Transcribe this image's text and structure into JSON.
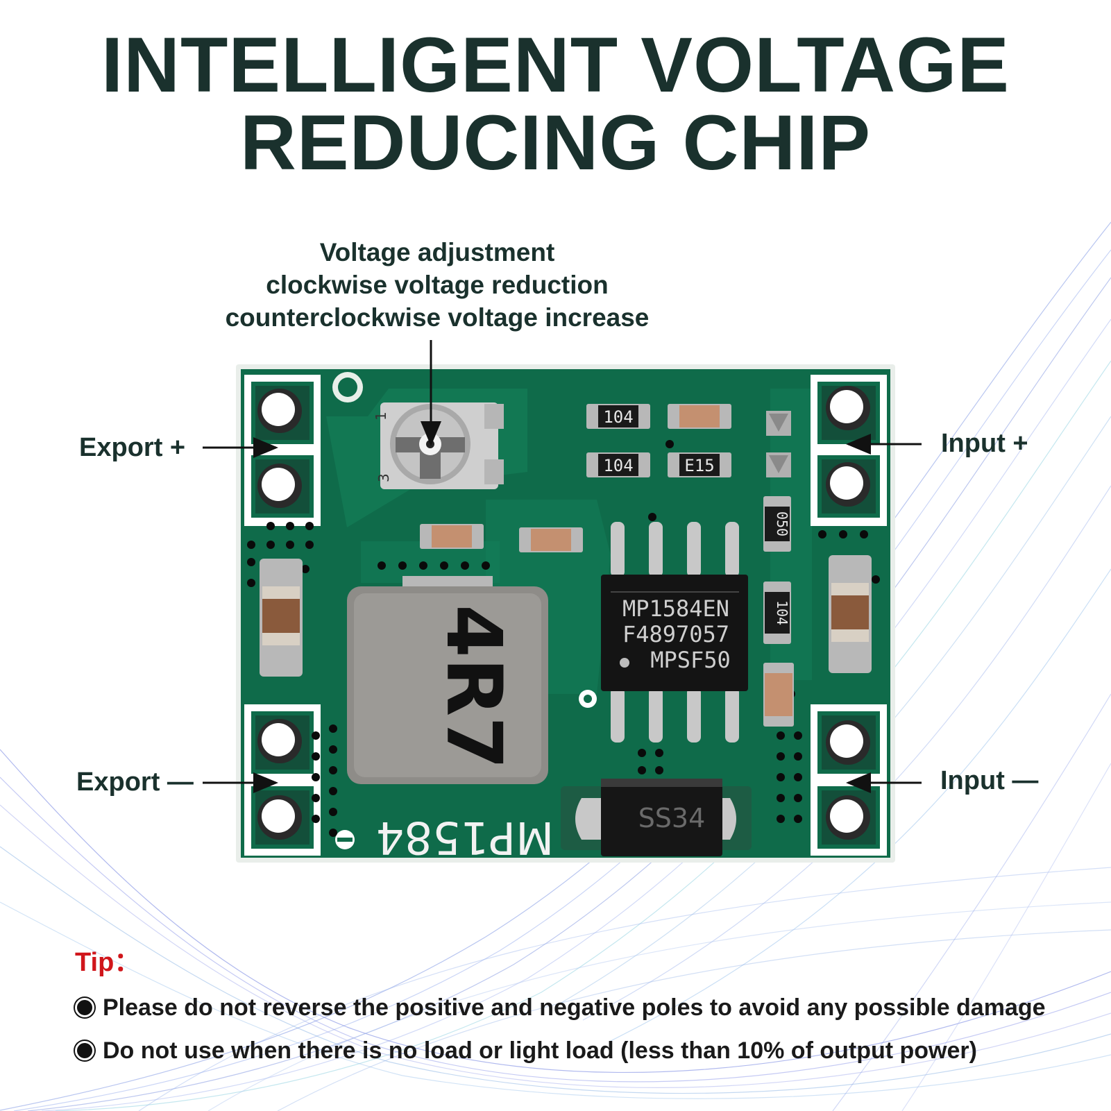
{
  "title": {
    "line1": "INTELLIGENT VOLTAGE",
    "line2": "REDUCING CHIP"
  },
  "adjustment_note": {
    "line1": "Voltage adjustment",
    "line2": "clockwise voltage reduction",
    "line3": "counterclockwise voltage increase"
  },
  "pin_labels": {
    "export_plus": "Export +",
    "export_minus": "Export —",
    "input_plus": "Input +",
    "input_minus": "Input —"
  },
  "board_markings": {
    "chip_line1": "MP1584EN",
    "chip_line2": "F4897057",
    "chip_line3": "MPSF50",
    "inductor": "4R7",
    "silkscreen": "MP1584",
    "diode": "SS34",
    "resistor_1": "104",
    "resistor_2": "104",
    "resistor_3": "E15",
    "resistor_4": "050",
    "resistor_5": "104",
    "pot_pin_1": "1",
    "pot_pin_3": "3"
  },
  "tips": {
    "title": "Tip：",
    "items": [
      "Please do not reverse the positive and negative poles to avoid any possible damage",
      "Do not use when there is no load or light load (less than 10% of output power)"
    ]
  },
  "colors": {
    "title": "#1a312d",
    "pcb_green": "#0f6b4a",
    "tip_red": "#d0161b"
  }
}
